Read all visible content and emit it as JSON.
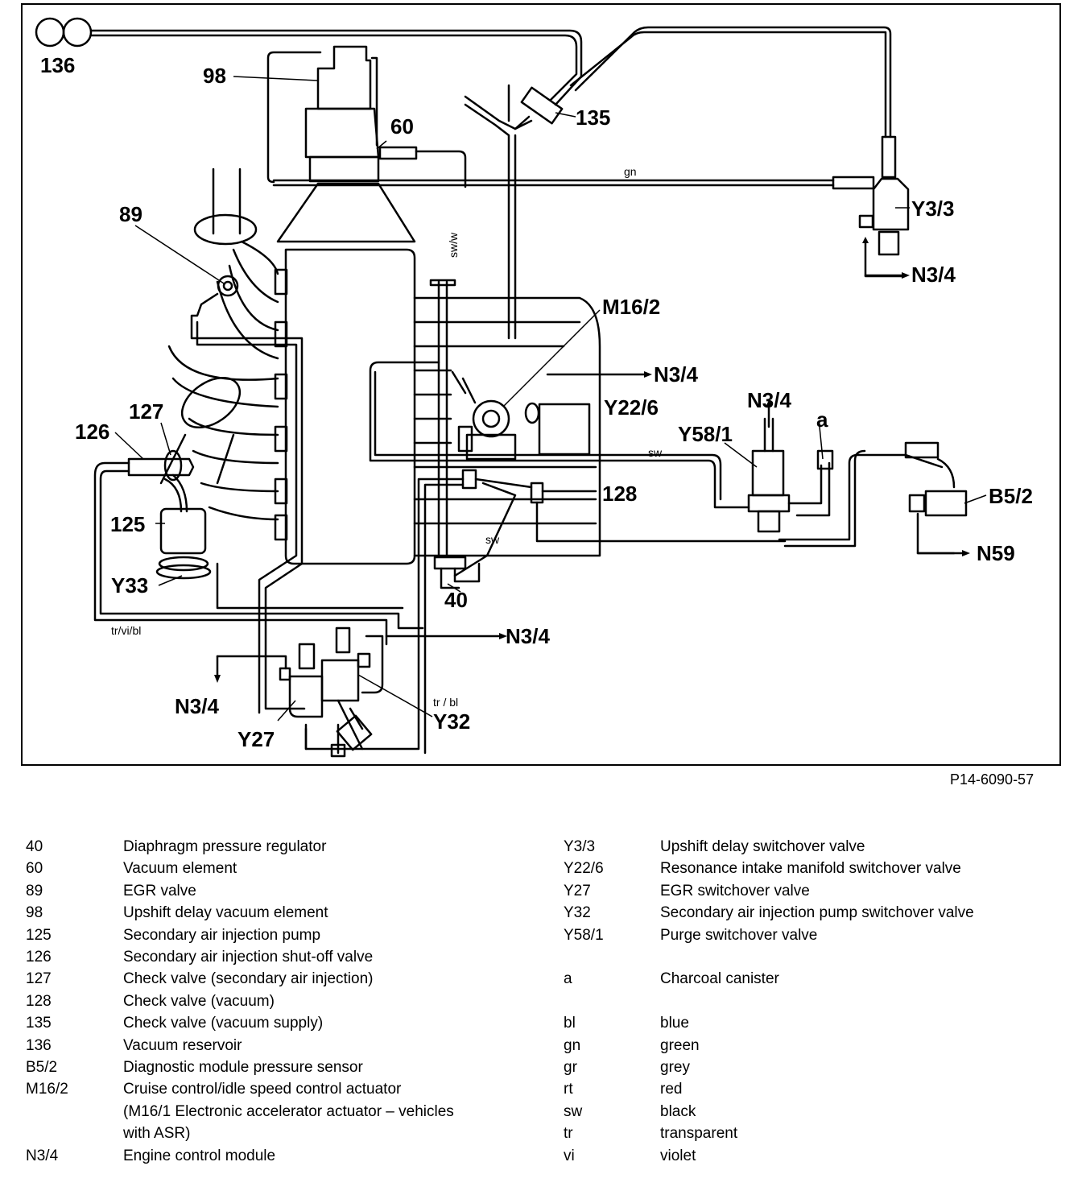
{
  "figure_id": "P14-6090-57",
  "callouts": {
    "c136": "136",
    "c98": "98",
    "c60": "60",
    "c135": "135",
    "c89": "89",
    "cY33a": "Y3/3",
    "cN34a": "N3/4",
    "cM162": "M16/2",
    "cN34b": "N3/4",
    "cY226": "Y22/6",
    "cN34c": "N3/4",
    "cY581": "Y58/1",
    "ca": "a",
    "c127": "127",
    "c126": "126",
    "cB52": "B5/2",
    "c128": "128",
    "c125": "125",
    "cN59": "N59",
    "cY33": "Y33",
    "c40": "40",
    "cN34d": "N3/4",
    "cN34e": "N3/4",
    "cY27": "Y27",
    "cY32": "Y32"
  },
  "wire_labels": {
    "gn": "gn",
    "swvw": "sw/w",
    "sw1": "sw",
    "sw2": "sw",
    "trvibl": "tr/vi/bl",
    "trbl": "tr / bl"
  },
  "legend_left": [
    {
      "code": "40",
      "desc": "Diaphragm pressure regulator"
    },
    {
      "code": "60",
      "desc": "Vacuum element"
    },
    {
      "code": "89",
      "desc": "EGR valve"
    },
    {
      "code": "98",
      "desc": "Upshift delay vacuum element"
    },
    {
      "code": "125",
      "desc": "Secondary air injection pump"
    },
    {
      "code": "126",
      "desc": "Secondary air injection shut-off valve"
    },
    {
      "code": "127",
      "desc": "Check valve (secondary air injection)"
    },
    {
      "code": "128",
      "desc": "Check valve (vacuum)"
    },
    {
      "code": "135",
      "desc": "Check valve (vacuum supply)"
    },
    {
      "code": "136",
      "desc": "Vacuum reservoir"
    },
    {
      "code": "B5/2",
      "desc": "Diagnostic module pressure sensor"
    },
    {
      "code": "M16/2",
      "desc": "Cruise control/idle speed control actuator"
    },
    {
      "code": "",
      "desc": "(M16/1 Electronic accelerator actuator – vehicles"
    },
    {
      "code": "",
      "desc": "with ASR)"
    },
    {
      "code": "N3/4",
      "desc": "Engine control module"
    }
  ],
  "legend_right_top": [
    {
      "code": "Y3/3",
      "desc": "Upshift delay switchover valve"
    },
    {
      "code": "Y22/6",
      "desc": "Resonance intake manifold switchover valve"
    },
    {
      "code": "Y27",
      "desc": "EGR switchover valve"
    },
    {
      "code": "Y32",
      "desc": "Secondary air injection pump switchover valve"
    },
    {
      "code": "Y58/1",
      "desc": "Purge switchover valve"
    }
  ],
  "legend_right_mid": [
    {
      "code": "a",
      "desc": "Charcoal canister"
    }
  ],
  "legend_right_colors": [
    {
      "code": "bl",
      "desc": "blue"
    },
    {
      "code": "gn",
      "desc": "green"
    },
    {
      "code": "gr",
      "desc": "grey"
    },
    {
      "code": "rt",
      "desc": "red"
    },
    {
      "code": "sw",
      "desc": "black"
    },
    {
      "code": "tr",
      "desc": "transparent"
    },
    {
      "code": "vi",
      "desc": "violet"
    }
  ]
}
